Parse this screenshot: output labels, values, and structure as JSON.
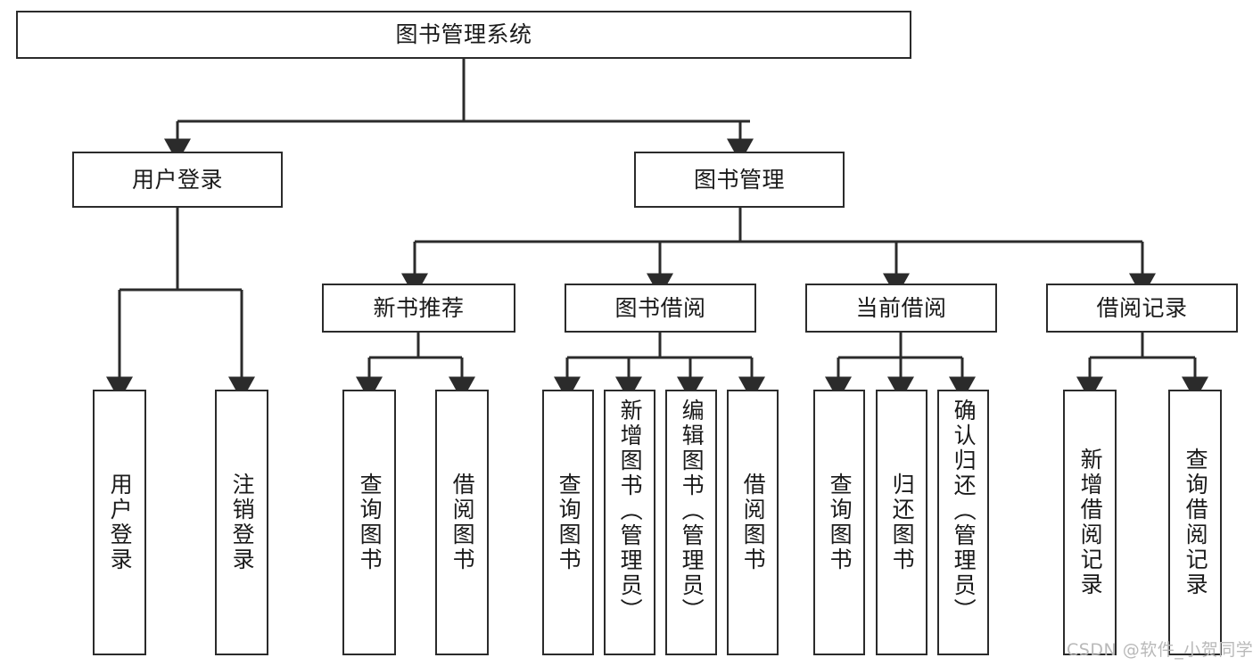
{
  "diagram": {
    "title": "图书管理系统",
    "type": "tree",
    "line_color": "#2b2b2b",
    "box_fill": "#ffffff",
    "text_color": "#1a1a1a",
    "watermark": "CSDN @软件_小贺同学",
    "nodes": {
      "root": {
        "label": "图书管理系统"
      },
      "tier2": [
        {
          "label": "用户登录"
        },
        {
          "label": "图书管理"
        }
      ],
      "tier3": [
        {
          "label": "新书推荐"
        },
        {
          "label": "图书借阅"
        },
        {
          "label": "当前借阅"
        },
        {
          "label": "借阅记录"
        }
      ],
      "leaves": {
        "user_login": [
          {
            "label": "用户登录"
          },
          {
            "label": "注销登录"
          }
        ],
        "new_book_recommend": [
          {
            "label": "查询图书"
          },
          {
            "label": "借阅图书"
          }
        ],
        "book_borrow": [
          {
            "label": "查询图书"
          },
          {
            "label": "新增图书（管理员）"
          },
          {
            "label": "编辑图书（管理员）"
          },
          {
            "label": "借阅图书"
          }
        ],
        "current_borrow": [
          {
            "label": "查询图书"
          },
          {
            "label": "归还图书"
          },
          {
            "label": "确认归还（管理员）"
          }
        ],
        "borrow_record": [
          {
            "label": "新增借阅记录"
          },
          {
            "label": "查询借阅记录"
          }
        ]
      }
    }
  }
}
